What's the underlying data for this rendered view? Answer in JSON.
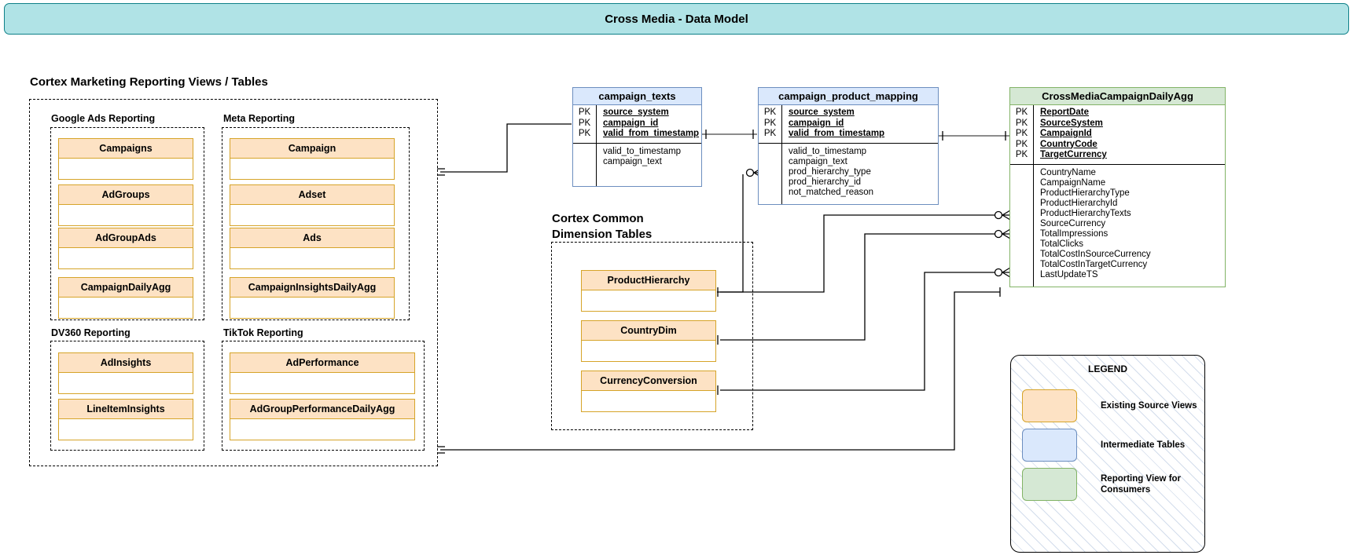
{
  "banner": {
    "title": "Cross Media - Data Model"
  },
  "sections": {
    "marketing": {
      "title": "Cortex Marketing Reporting Views / Tables"
    },
    "common": {
      "title": "Cortex Common\nDimension Tables"
    }
  },
  "groups": [
    {
      "label": "Google Ads Reporting",
      "entities": [
        "Campaigns",
        "AdGroups",
        "AdGroupAds",
        "CampaignDailyAgg"
      ]
    },
    {
      "label": "Meta Reporting",
      "entities": [
        "Campaign",
        "Adset",
        "Ads",
        "CampaignInsightsDailyAgg"
      ]
    },
    {
      "label": "DV360 Reporting",
      "entities": [
        "AdInsights",
        "LineItemInsights"
      ]
    },
    {
      "label": "TikTok Reporting",
      "entities": [
        "AdPerformance",
        "AdGroupPerformanceDailyAgg"
      ]
    }
  ],
  "dimension_tables": [
    "ProductHierarchy",
    "CountryDim",
    "CurrencyConversion"
  ],
  "er_tables": [
    {
      "name": "campaign_texts",
      "kind": "intermediate",
      "keys": [
        {
          "badge": "PK",
          "field": "source_system"
        },
        {
          "badge": "PK",
          "field": "campaign_id"
        },
        {
          "badge": "PK",
          "field": "valid_from_timestamp"
        }
      ],
      "attributes": [
        "valid_to_timestamp",
        "campaign_text"
      ]
    },
    {
      "name": "campaign_product_mapping",
      "kind": "intermediate",
      "keys": [
        {
          "badge": "PK",
          "field": "source_system"
        },
        {
          "badge": "PK",
          "field": "campaign_id"
        },
        {
          "badge": "PK",
          "field": "valid_from_timestamp"
        }
      ],
      "attributes": [
        "valid_to_timestamp",
        "campaign_text",
        "prod_hierarchy_type",
        "prod_hierarchy_id",
        "not_matched_reason"
      ]
    },
    {
      "name": "CrossMediaCampaignDailyAgg",
      "kind": "reporting",
      "keys": [
        {
          "badge": "PK",
          "field": "ReportDate"
        },
        {
          "badge": "PK",
          "field": "SourceSystem"
        },
        {
          "badge": "PK",
          "field": "CampaignId"
        },
        {
          "badge": "PK",
          "field": "CountryCode"
        },
        {
          "badge": "PK",
          "field": "TargetCurrency"
        }
      ],
      "attributes": [
        "CountryName",
        "CampaignName",
        "ProductHierarchyType",
        "ProductHierarchyId",
        "ProductHierarchyTexts",
        "SourceCurrency",
        "TotalImpressions",
        "TotalClicks",
        "TotalCostInSourceCurrency",
        "TotalCostInTargetCurrency",
        "LastUpdateTS"
      ]
    }
  ],
  "legend": {
    "title": "LEGEND",
    "items": [
      {
        "label": "Existing Source Views",
        "color": "#fde2c4",
        "border": "#d6a429"
      },
      {
        "label": "Intermediate Tables",
        "color": "#dae8fc",
        "border": "#6c8ebf"
      },
      {
        "label": "Reporting View for\nConsumers",
        "color": "#d5e8d4",
        "border": "#82b366"
      }
    ]
  },
  "colors": {
    "banner_fill": "#b0e3e6",
    "banner_stroke": "#0e8088",
    "source_fill": "#fde2c4",
    "source_stroke": "#d6a429",
    "intermediate_fill": "#dae8fc",
    "intermediate_stroke": "#6c8ebf",
    "reporting_fill": "#d5e8d4",
    "reporting_stroke": "#82b366"
  }
}
